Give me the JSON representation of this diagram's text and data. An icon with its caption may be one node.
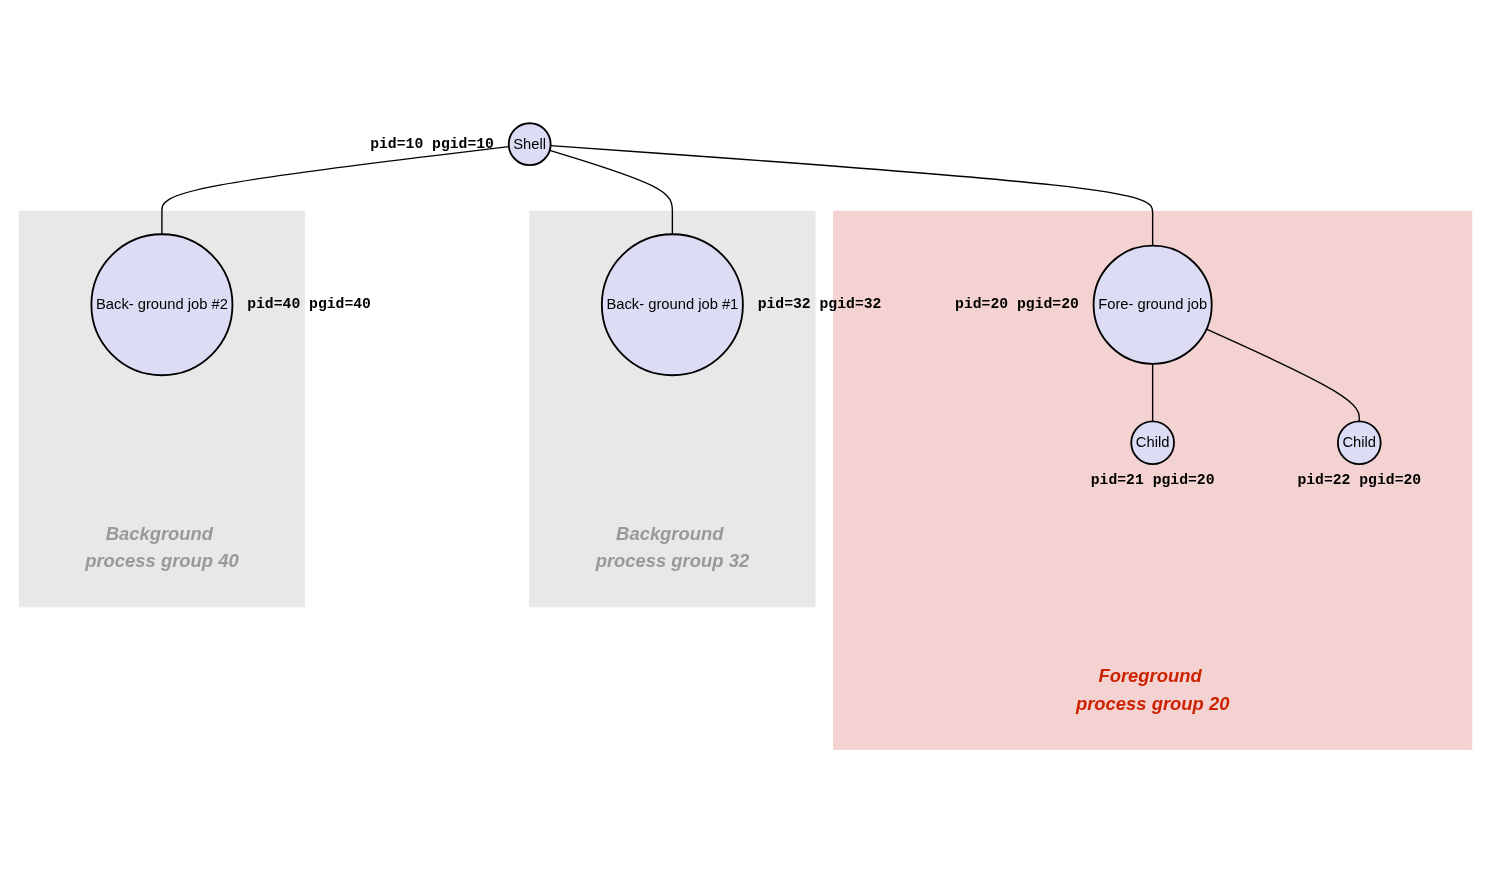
{
  "diagram": {
    "nodes": [
      {
        "text": [
          "Shell"
        ],
        "beside": [
          "pid=10 pgid=10"
        ]
      },
      {
        "text": [
          "Foreground process group 20"
        ]
      },
      {
        "text": [
          "Fore- ground job"
        ],
        "beside": [
          "pid=20 pgid=20"
        ],
        "in": 1
      },
      {
        "text": [
          "Child"
        ],
        "beside": [
          "pid=21 pgid=20"
        ],
        "in": 1
      },
      {
        "text": [
          "Child"
        ],
        "beside": [
          "pid=22 pgid=20"
        ],
        "in": 1
      },
      {
        "text": [
          "Background process group 32"
        ]
      },
      {
        "text": [
          "Back- ground job #1"
        ],
        "beside": [
          "pid=32 pgid=32"
        ],
        "in": 5
      },
      {
        "text": [
          "Background process group 40"
        ]
      },
      {
        "text": [
          "Back- ground job #2"
        ],
        "beside": [
          "pid=40 pgid=40"
        ],
        "in": 7
      }
    ],
    "edges": [
      {
        "from": 0,
        "to": 2,
        "arrow": "none"
      },
      {
        "from": 0,
        "to": 6,
        "arrow": "none"
      },
      {
        "from": 0,
        "to": 8,
        "arrow": "none"
      },
      {
        "from": 2,
        "to": 3,
        "arrow": "none"
      },
      {
        "from": 2,
        "to": 4,
        "arrow": "none"
      }
    ]
  }
}
